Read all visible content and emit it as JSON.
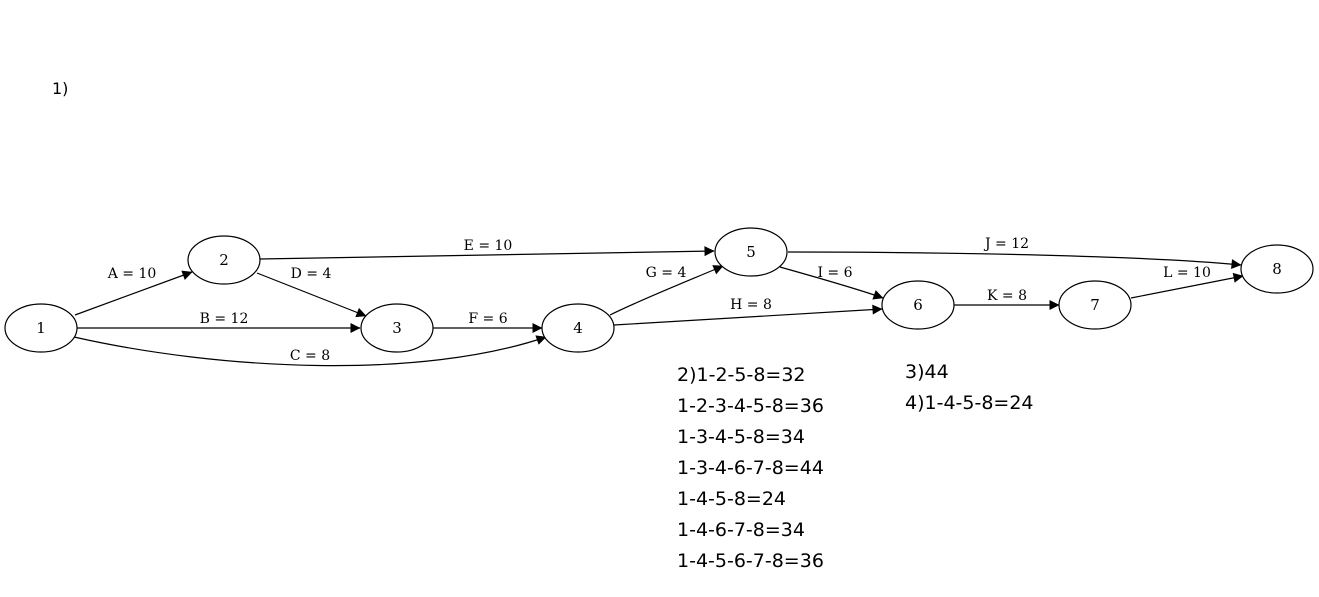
{
  "question_label": "1)",
  "network": {
    "nodes": [
      {
        "id": "1",
        "label": "1"
      },
      {
        "id": "2",
        "label": "2"
      },
      {
        "id": "3",
        "label": "3"
      },
      {
        "id": "4",
        "label": "4"
      },
      {
        "id": "5",
        "label": "5"
      },
      {
        "id": "6",
        "label": "6"
      },
      {
        "id": "7",
        "label": "7"
      },
      {
        "id": "8",
        "label": "8"
      }
    ],
    "edges": [
      {
        "from": "1",
        "to": "2",
        "label": "A = 10"
      },
      {
        "from": "1",
        "to": "3",
        "label": "B = 12"
      },
      {
        "from": "1",
        "to": "4",
        "label": "C = 8"
      },
      {
        "from": "2",
        "to": "3",
        "label": "D = 4"
      },
      {
        "from": "2",
        "to": "5",
        "label": "E = 10"
      },
      {
        "from": "3",
        "to": "4",
        "label": "F = 6"
      },
      {
        "from": "4",
        "to": "5",
        "label": "G = 4"
      },
      {
        "from": "4",
        "to": "6",
        "label": "H = 8"
      },
      {
        "from": "5",
        "to": "6",
        "label": "I = 6"
      },
      {
        "from": "5",
        "to": "8",
        "label": "J = 12"
      },
      {
        "from": "6",
        "to": "7",
        "label": "K = 8"
      },
      {
        "from": "7",
        "to": "8",
        "label": "L = 10"
      }
    ]
  },
  "paths": [
    "2)1-2-5-8=32",
    "1-2-3-4-5-8=36",
    "1-3-4-5-8=34",
    "1-3-4-6-7-8=44",
    "1-4-5-8=24",
    "1-4-6-7-8=34",
    "1-4-5-6-7-8=36"
  ],
  "answers": [
    "3)44",
    "4)1-4-5-8=24"
  ]
}
